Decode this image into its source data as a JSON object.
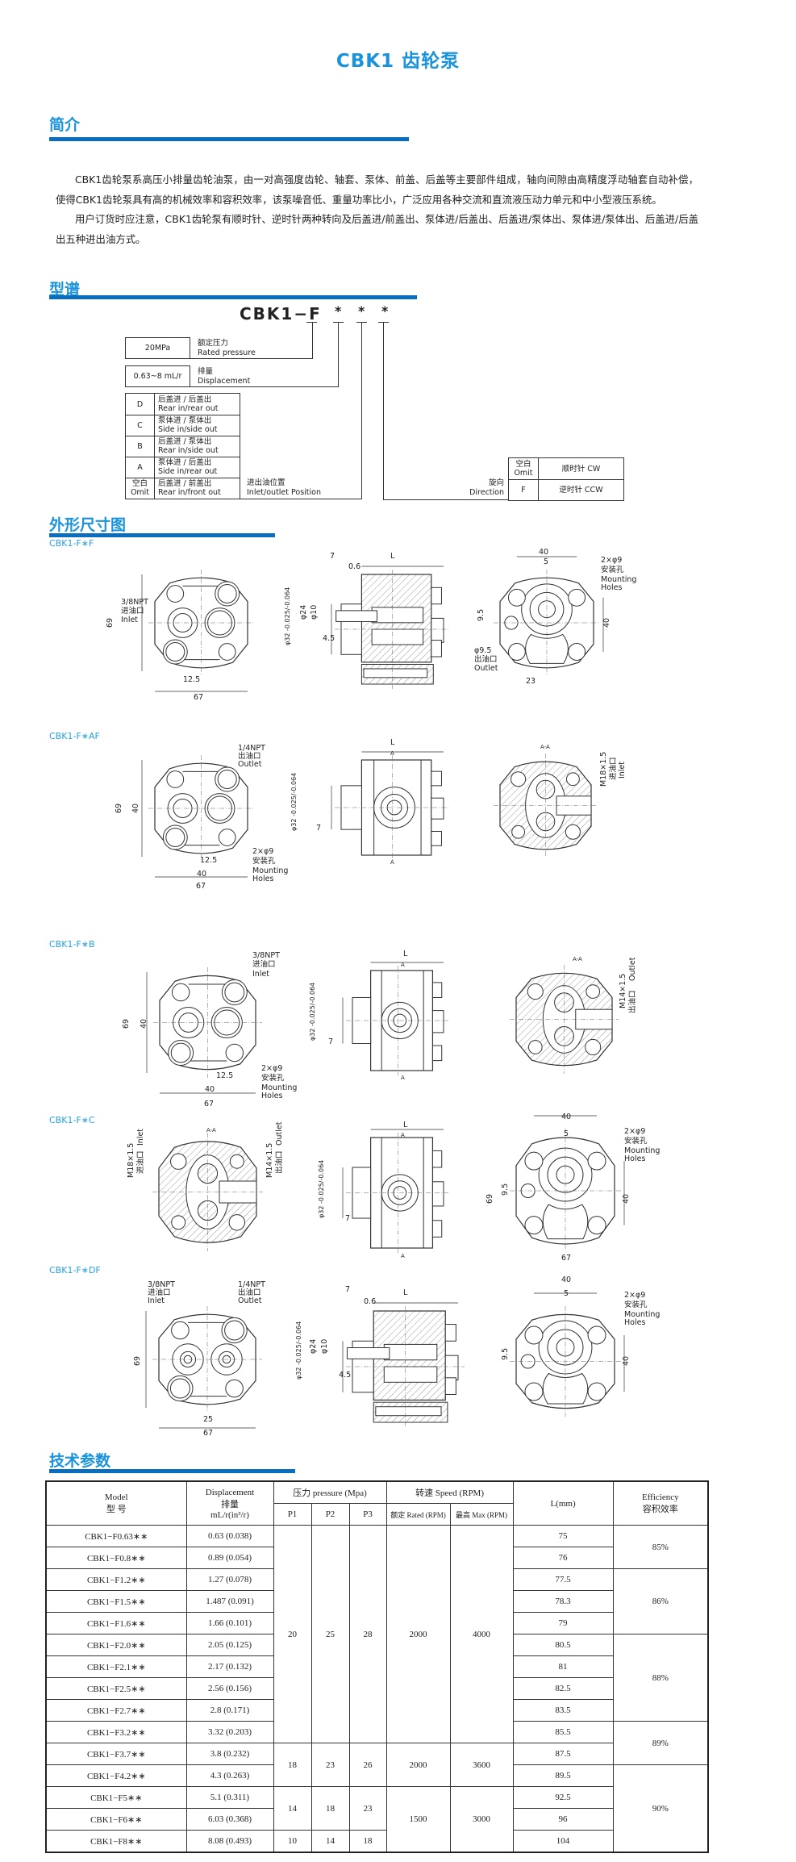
{
  "title": "CBK1 齿轮泵",
  "intro": {
    "heading": "简介",
    "paragraphs": [
      "CBK1齿轮泵系高压小排量齿轮油泵，由一对高强度齿轮、轴套、泵体、前盖、后盖等主要部件组成，轴向间隙由高精度浮动轴套自动补偿，使得CBK1齿轮泵具有高的机械效率和容积效率，该泵噪音低、重量功率比小，广泛应用各种交流和直流液压动力单元和中小型液压系统。",
      "用户订货时应注意，CBK1齿轮泵有顺时针、逆时针两种转向及后盖进/前盖出、泵体进/后盖出、后盖进/泵体出、泵体进/泵体出、后盖进/后盖出五种进出油方式。"
    ]
  },
  "model_code": {
    "heading": "型谱",
    "code": "CBK1−F",
    "stars": [
      "*",
      "*",
      "*"
    ],
    "pressure": {
      "value": "20MPa",
      "zh": "额定压力",
      "en": "Rated pressure"
    },
    "displacement": {
      "value": "0.63~8 mL/r",
      "zh": "排量",
      "en": "Displacement"
    },
    "positions": [
      {
        "code": "D",
        "zh": "后盖进 / 后盖出",
        "en": "Rear in/rear out"
      },
      {
        "code": "C",
        "zh": "泵体进 / 泵体出",
        "en": "Side in/side out"
      },
      {
        "code": "B",
        "zh": "后盖进 / 泵体出",
        "en": "Rear in/side out"
      },
      {
        "code": "A",
        "zh": "泵体进 / 后盖出",
        "en": "Side in/rear out"
      },
      {
        "code_zh": "空白",
        "code_en": "Omit",
        "zh": "后盖进 / 前盖出",
        "en": "Rear in/front out"
      }
    ],
    "position_label": {
      "zh": "进出油位置",
      "en": "Inlet/outlet Position"
    },
    "direction": {
      "zh": "旋向",
      "en": "Direction",
      "options": [
        {
          "code_zh": "空白",
          "code_en": "Omit",
          "value": "顺时针  CW"
        },
        {
          "code": "F",
          "value": "逆时针  CCW"
        }
      ]
    }
  },
  "dimensions": {
    "heading": "外形尺寸图",
    "variants": [
      {
        "name": "CBK1-F∗F",
        "labels": {
          "npt": "3/8NPT",
          "npt_zh": "进油口",
          "npt_en": "Inlet",
          "h69": "69",
          "d125": "12.5",
          "w67": "67",
          "d7": "7",
          "L": "L",
          "d06": "0.6",
          "phi32": "φ32 -0.025/-0.064",
          "phi24": "φ24",
          "phi10": "φ10",
          "d45": "4.5",
          "w40": "40",
          "d5": "5",
          "holes": "2×φ9",
          "holes_zh": "安装孔",
          "holes_en": "Mounting Holes",
          "h95": "9.5",
          "h40": "40",
          "out_phi": "φ9.5",
          "out_zh": "出油口",
          "out_en": "Outlet",
          "d23": "23"
        }
      },
      {
        "name": "CBK1-F∗AF",
        "labels": {
          "npt": "1/4NPT",
          "npt_zh": "出油口",
          "npt_en": "Outlet",
          "h69": "69",
          "h40": "40",
          "holes": "2×φ9",
          "holes_zh": "安装孔",
          "holes_en": "Mounting Holes",
          "d125": "12.5",
          "w40": "40",
          "w67": "67",
          "L": "L",
          "A": "A",
          "phi32": "φ32 -0.025/-0.064",
          "d7": "7",
          "aa": "A-A",
          "thread": "M18×1.5",
          "thread_zh": "进油口",
          "thread_en": "Inlet"
        }
      },
      {
        "name": "CBK1-F∗B",
        "labels": {
          "npt": "3/8NPT",
          "npt_zh": "进油口",
          "npt_en": "Inlet",
          "h69": "69",
          "h40": "40",
          "holes": "2×φ9",
          "holes_zh": "安装孔",
          "holes_en": "Mounting Holes",
          "d125": "12.5",
          "w40": "40",
          "w67": "67",
          "L": "L",
          "A": "A",
          "phi32": "φ32 -0.025/-0.064",
          "d7": "7",
          "aa": "A-A",
          "thread": "M14×1.5",
          "thread_zh": "出油口",
          "thread_en": "Outlet"
        }
      },
      {
        "name": "CBK1-F∗C",
        "labels": {
          "aa": "A-A",
          "in_thread": "M18×1.5",
          "in_zh": "进油口",
          "in_en": "Inlet",
          "out_thread": "M14×1.5",
          "out_zh": "出油口",
          "out_en": "Outlet",
          "L": "L",
          "A": "A",
          "phi32": "φ32 -0.025/-0.064",
          "d7": "7",
          "w40": "40",
          "d5": "5",
          "holes": "2×φ9",
          "holes_zh": "安装孔",
          "holes_en": "Mounting Holes",
          "h69": "69",
          "h95": "9.5",
          "h40": "40",
          "w67": "67"
        }
      },
      {
        "name": "CBK1-F∗DF",
        "labels": {
          "in_npt": "3/8NPT",
          "in_zh": "进油口",
          "in_en": "Inlet",
          "out_npt": "1/4NPT",
          "out_zh": "出油口",
          "out_en": "Outlet",
          "h69": "69",
          "d25": "25",
          "w67": "67",
          "d7": "7",
          "L": "L",
          "d06": "0.6",
          "phi32": "φ32 -0.025/-0.064",
          "phi24": "φ24",
          "phi10": "φ10",
          "d45": "4.5",
          "w40": "40",
          "d5": "5",
          "holes": "2×φ9",
          "holes_zh": "安装孔",
          "holes_en": "Mounting Holes",
          "h95": "9.5",
          "h40": "40"
        }
      }
    ]
  },
  "specs": {
    "heading": "技术参数",
    "header": {
      "model_en": "Model",
      "model_zh": "型  号",
      "disp_en": "Displacement",
      "disp_zh": "排量",
      "disp_unit": "mL/r(in³/r)",
      "pressure": "压力 pressure (Mpa)",
      "p1": "P1",
      "p2": "P2",
      "p3": "P3",
      "speed": "转速 Speed (RPM)",
      "rated": "额定 Rated (RPM)",
      "max": "最高 Max (RPM)",
      "length": "L(mm)",
      "eff_en": "Efficiency",
      "eff_zh": "容积效率"
    },
    "rows": [
      {
        "model": "CBK1−F0.63∗∗",
        "disp": "0.63 (0.038)",
        "L": "75"
      },
      {
        "model": "CBK1−F0.8∗∗",
        "disp": "0.89 (0.054)",
        "L": "76"
      },
      {
        "model": "CBK1−F1.2∗∗",
        "disp": "1.27 (0.078)",
        "L": "77.5"
      },
      {
        "model": "CBK1−F1.5∗∗",
        "disp": "1.487 (0.091)",
        "L": "78.3"
      },
      {
        "model": "CBK1−F1.6∗∗",
        "disp": "1.66 (0.101)",
        "L": "79"
      },
      {
        "model": "CBK1−F2.0∗∗",
        "disp": "2.05 (0.125)",
        "L": "80.5"
      },
      {
        "model": "CBK1−F2.1∗∗",
        "disp": "2.17 (0.132)",
        "L": "81"
      },
      {
        "model": "CBK1−F2.5∗∗",
        "disp": "2.56 (0.156)",
        "L": "82.5"
      },
      {
        "model": "CBK1−F2.7∗∗",
        "disp": "2.8 (0.171)",
        "L": "83.5"
      },
      {
        "model": "CBK1−F3.2∗∗",
        "disp": "3.32 (0.203)",
        "L": "85.5"
      },
      {
        "model": "CBK1−F3.7∗∗",
        "disp": "3.8 (0.232)",
        "L": "87.5"
      },
      {
        "model": "CBK1−F4.2∗∗",
        "disp": "4.3 (0.263)",
        "L": "89.5"
      },
      {
        "model": "CBK1−F5∗∗",
        "disp": "5.1 (0.311)",
        "L": "92.5"
      },
      {
        "model": "CBK1−F6∗∗",
        "disp": "6.03 (0.368)",
        "L": "96"
      },
      {
        "model": "CBK1−F8∗∗",
        "disp": "8.08 (0.493)",
        "L": "104"
      }
    ],
    "pressure_groups": [
      {
        "span": 10,
        "p1": "20",
        "p2": "25",
        "p3": "28"
      },
      {
        "span": 2,
        "p1": "18",
        "p2": "23",
        "p3": "26"
      },
      {
        "span": 2,
        "p1": "14",
        "p2": "18",
        "p3": "23"
      },
      {
        "span": 1,
        "p1": "10",
        "p2": "14",
        "p3": "18"
      }
    ],
    "speed_groups": [
      {
        "span": 10,
        "rated": "2000",
        "max": "4000"
      },
      {
        "span": 2,
        "rated": "2000",
        "max": "3600"
      },
      {
        "span": 3,
        "rated": "1500",
        "max": "3000"
      }
    ],
    "efficiency_groups": [
      {
        "span": 2,
        "value": "85%"
      },
      {
        "span": 3,
        "value": "86%"
      },
      {
        "span": 4,
        "value": "88%"
      },
      {
        "span": 2,
        "value": "89%"
      },
      {
        "span": 4,
        "value": "90%"
      }
    ]
  }
}
